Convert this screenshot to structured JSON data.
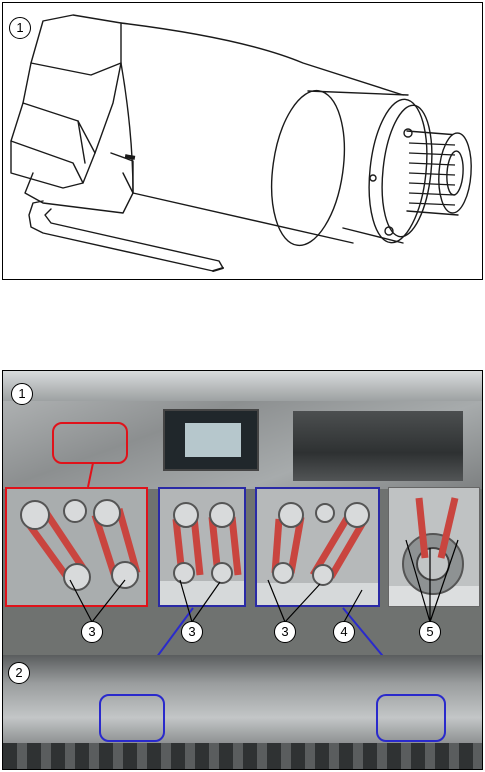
{
  "figure_top": {
    "callout": "1"
  },
  "figure_bottom": {
    "callout_overview": "1",
    "callout_machine": "2",
    "labels": [
      "3",
      "3",
      "3",
      "4",
      "5"
    ]
  },
  "colors": {
    "highlight_red": "#e0121a",
    "highlight_blue": "#2a2aa6",
    "belt_red": "#c9453f"
  }
}
